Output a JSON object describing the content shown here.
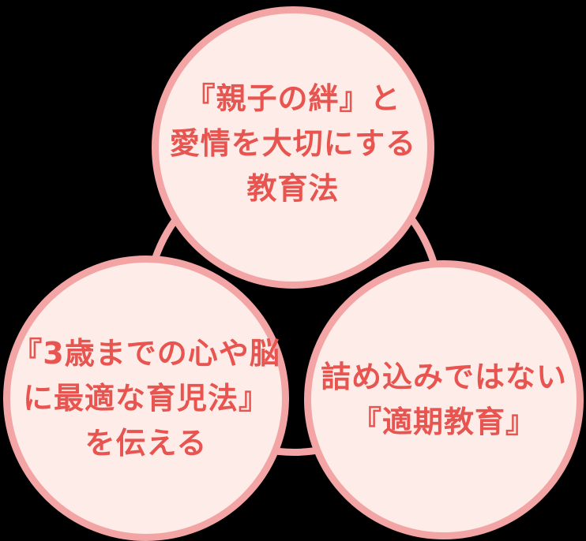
{
  "diagram": {
    "description": "three-overlapping-circles education concept diagram",
    "palette": {
      "background": "#000000",
      "circle_fill": "#fdece8",
      "circle_border": "#f3a5a5",
      "text": "#e8544f"
    },
    "circles": [
      {
        "name": "top",
        "lines": [
          "『親子の絆』と",
          "愛情を大切にする",
          "教育法"
        ]
      },
      {
        "name": "bottom-left",
        "lines": [
          "『3歳までの心や脳",
          "に最適な育児法』",
          "を伝える"
        ]
      },
      {
        "name": "bottom-right",
        "lines": [
          "詰め込みではない",
          "『適期教育』"
        ]
      }
    ]
  }
}
